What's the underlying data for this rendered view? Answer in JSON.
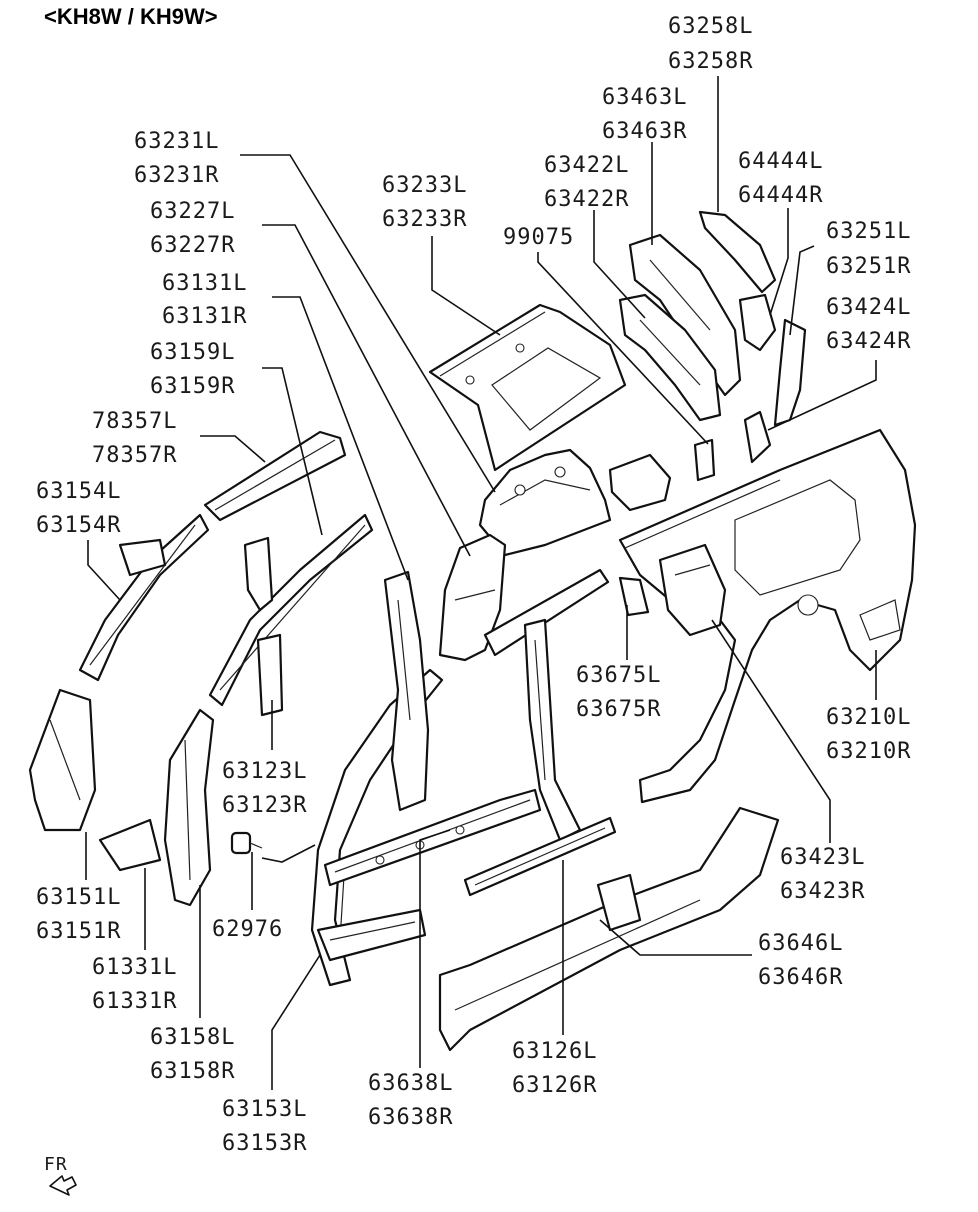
{
  "header": {
    "title": "<KH8W / KH9W>"
  },
  "direction_marker": {
    "text": "FR",
    "icon": "front-arrow-icon"
  },
  "callouts": [
    {
      "id": "c-63258",
      "lines": [
        "63258L",
        "63258R"
      ]
    },
    {
      "id": "c-63463",
      "lines": [
        "63463L",
        "63463R"
      ]
    },
    {
      "id": "c-63422",
      "lines": [
        "63422L",
        "63422R"
      ]
    },
    {
      "id": "c-64444",
      "lines": [
        "64444L",
        "64444R"
      ]
    },
    {
      "id": "c-63251",
      "lines": [
        "63251L",
        "63251R"
      ]
    },
    {
      "id": "c-63424",
      "lines": [
        "63424L",
        "63424R"
      ]
    },
    {
      "id": "c-63233",
      "lines": [
        "63233L",
        "63233R"
      ]
    },
    {
      "id": "c-99075",
      "lines": [
        "99075"
      ]
    },
    {
      "id": "c-63231",
      "lines": [
        "63231L",
        "63231R"
      ]
    },
    {
      "id": "c-63227",
      "lines": [
        "63227L",
        "63227R"
      ]
    },
    {
      "id": "c-63131",
      "lines": [
        "63131L",
        "63131R"
      ]
    },
    {
      "id": "c-63159",
      "lines": [
        "63159L",
        "63159R"
      ]
    },
    {
      "id": "c-78357",
      "lines": [
        "78357L",
        "78357R"
      ]
    },
    {
      "id": "c-63154",
      "lines": [
        "63154L",
        "63154R"
      ]
    },
    {
      "id": "c-63675",
      "lines": [
        "63675L",
        "63675R"
      ]
    },
    {
      "id": "c-63210",
      "lines": [
        "63210L",
        "63210R"
      ]
    },
    {
      "id": "c-63123",
      "lines": [
        "63123L",
        "63123R"
      ]
    },
    {
      "id": "c-63423",
      "lines": [
        "63423L",
        "63423R"
      ]
    },
    {
      "id": "c-63151",
      "lines": [
        "63151L",
        "63151R"
      ]
    },
    {
      "id": "c-62976",
      "lines": [
        "62976"
      ]
    },
    {
      "id": "c-61331",
      "lines": [
        "61331L",
        "61331R"
      ]
    },
    {
      "id": "c-63646",
      "lines": [
        "63646L",
        "63646R"
      ]
    },
    {
      "id": "c-63158",
      "lines": [
        "63158L",
        "63158R"
      ]
    },
    {
      "id": "c-63126",
      "lines": [
        "63126L",
        "63126R"
      ]
    },
    {
      "id": "c-63638",
      "lines": [
        "63638L",
        "63638R"
      ]
    },
    {
      "id": "c-63153",
      "lines": [
        "63153L",
        "63153R"
      ]
    }
  ]
}
